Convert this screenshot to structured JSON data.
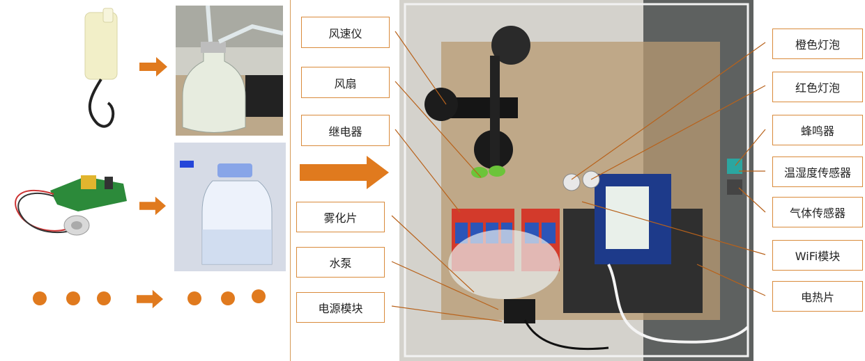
{
  "labels_left": {
    "anemometer": "风速仪",
    "fan": "风扇",
    "relay": "继电器",
    "atomizer": "雾化片",
    "pump": "水泵",
    "power_module": "电源模块"
  },
  "labels_right": {
    "orange_bulb": "橙色灯泡",
    "red_bulb": "红色灯泡",
    "buzzer": "蜂鸣器",
    "th_sensor": "温湿度传感器",
    "gas_sensor": "气体传感器",
    "wifi_module": "WiFi模块",
    "heater": "电热片"
  },
  "colors": {
    "accent": "#e07a1e",
    "box_border": "#d98a3a",
    "leader_line": "#b8621b"
  }
}
